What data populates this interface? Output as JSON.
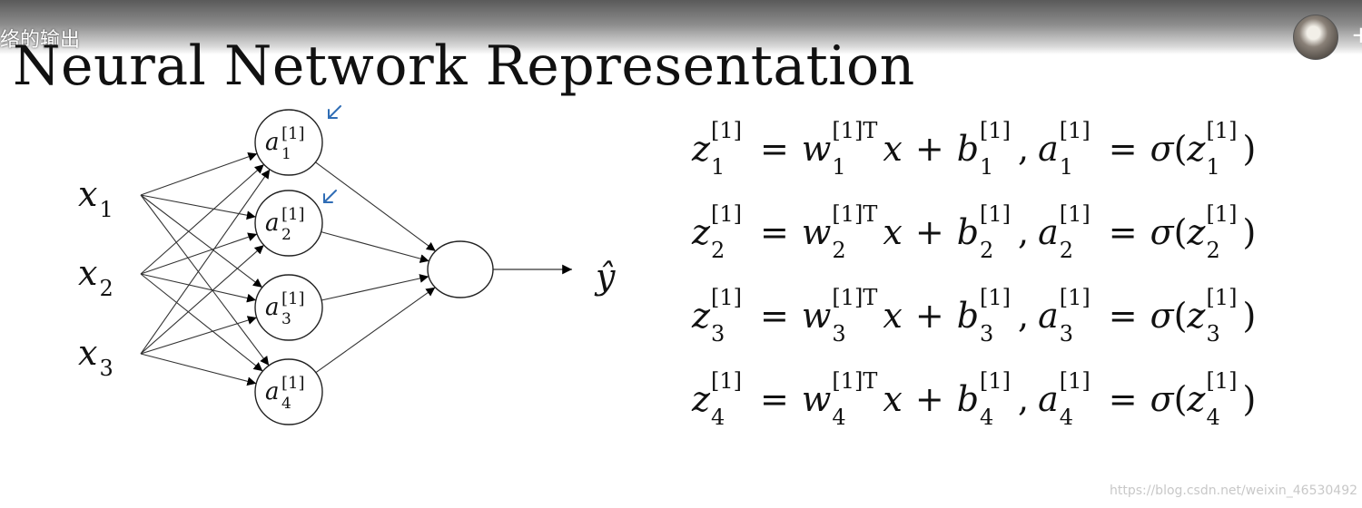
{
  "video": {
    "title_fragment": "络的输出"
  },
  "slide": {
    "title": "Neural Network Representation"
  },
  "diagram": {
    "inputs": [
      {
        "var": "x",
        "index": "1"
      },
      {
        "var": "x",
        "index": "2"
      },
      {
        "var": "x",
        "index": "3"
      }
    ],
    "hidden_units": [
      {
        "var": "a",
        "layer": "[1]",
        "index": "1"
      },
      {
        "var": "a",
        "layer": "[1]",
        "index": "2"
      },
      {
        "var": "a",
        "layer": "[1]",
        "index": "3"
      },
      {
        "var": "a",
        "layer": "[1]",
        "index": "4"
      }
    ],
    "output_label": "ŷ",
    "annotation_color": "#2f6db5"
  },
  "equations": [
    {
      "z": "z",
      "w": "w",
      "b": "b",
      "a": "a",
      "sigma": "σ",
      "x": "x",
      "T": "T",
      "layer": "[1]",
      "index": "1"
    },
    {
      "z": "z",
      "w": "w",
      "b": "b",
      "a": "a",
      "sigma": "σ",
      "x": "x",
      "T": "T",
      "layer": "[1]",
      "index": "2"
    },
    {
      "z": "z",
      "w": "w",
      "b": "b",
      "a": "a",
      "sigma": "σ",
      "x": "x",
      "T": "T",
      "layer": "[1]",
      "index": "3"
    },
    {
      "z": "z",
      "w": "w",
      "b": "b",
      "a": "a",
      "sigma": "σ",
      "x": "x",
      "T": "T",
      "layer": "[1]",
      "index": "4"
    }
  ],
  "watermark": "https://blog.csdn.net/weixin_46530492"
}
